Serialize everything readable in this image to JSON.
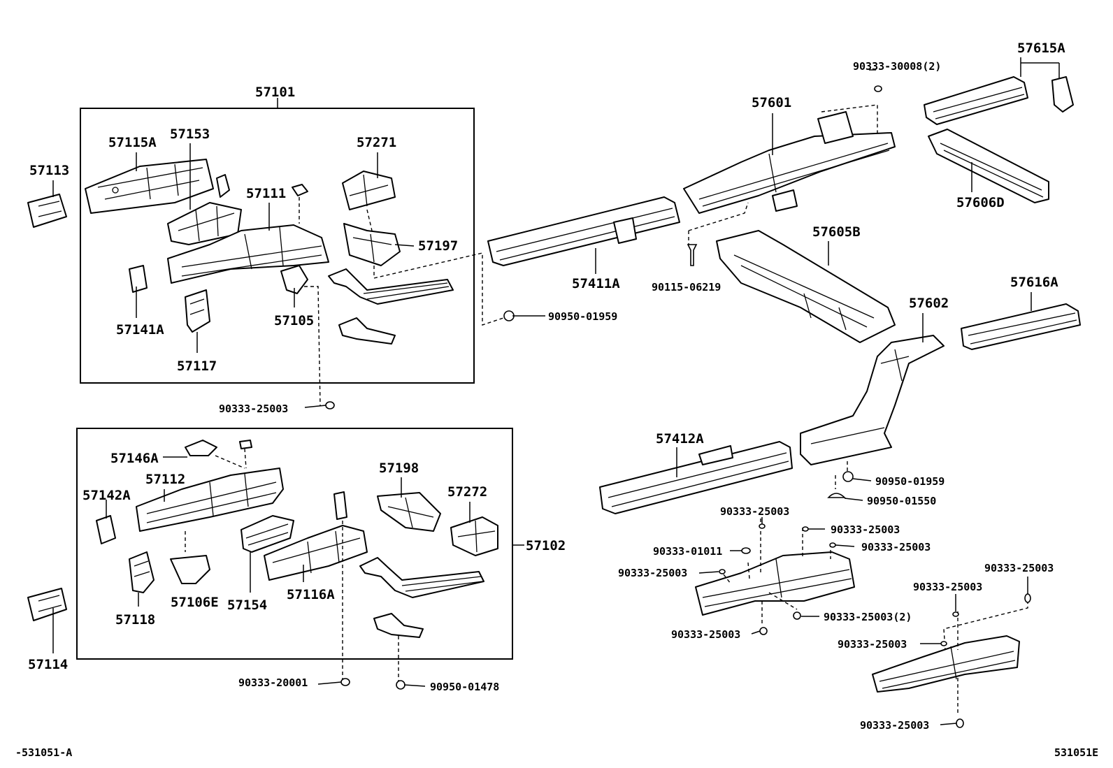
{
  "diagram": {
    "assemblies": {
      "front_left": "57101",
      "front_right": "57102"
    },
    "parts": {
      "p57113": "57113",
      "p57114": "57114",
      "p57115A": "57115A",
      "p57153": "57153",
      "p57111": "57111",
      "p57141A": "57141A",
      "p57117": "57117",
      "p57105": "57105",
      "p57271": "57271",
      "p57197": "57197",
      "p57146A": "57146A",
      "p57112": "57112",
      "p57142A": "57142A",
      "p57118": "57118",
      "p57106E": "57106E",
      "p57154": "57154",
      "p57116A": "57116A",
      "p57198": "57198",
      "p57272": "57272",
      "p57411A": "57411A",
      "p57412A": "57412A",
      "p57601": "57601",
      "p57602": "57602",
      "p57605B": "57605B",
      "p57606D": "57606D",
      "p57615A": "57615A",
      "p57616A": "57616A"
    },
    "fasteners": {
      "f_30008": "90333-30008(2)",
      "f_06219": "90115-06219",
      "f_01959_a": "90950-01959",
      "f_25003_a": "90333-25003",
      "f_20001": "90333-20001",
      "f_01478": "90950-01478",
      "f_01959_b": "90950-01959",
      "f_01550": "90950-01550",
      "f_25003_b": "90333-25003",
      "f_25003_c": "90333-25003",
      "f_25003_d": "90333-25003",
      "f_01011": "90333-01011",
      "f_25003_e": "90333-25003",
      "f_25003_2": "90333-25003(2)",
      "f_25003_f": "90333-25003",
      "f_25003_g": "90333-25003",
      "f_25003_h": "90333-25003",
      "f_25003_i": "90333-25003",
      "f_25003_j": "90333-25003"
    },
    "footer": {
      "left_code": "-531051-A",
      "right_code": "531051E"
    }
  }
}
